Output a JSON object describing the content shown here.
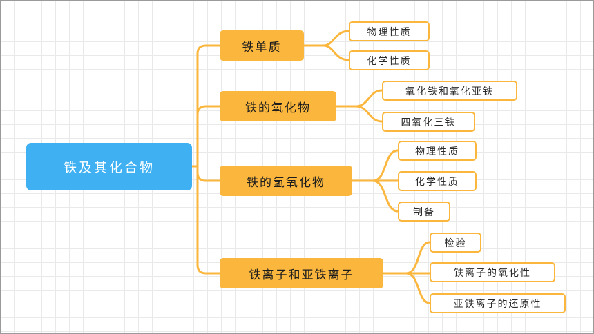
{
  "mindmap": {
    "root": "铁及其化合物",
    "branches": [
      {
        "label": "铁单质",
        "children": [
          "物理性质",
          "化学性质"
        ]
      },
      {
        "label": "铁的氧化物",
        "children": [
          "氧化铁和氧化亚铁",
          "四氧化三铁"
        ]
      },
      {
        "label": "铁的氢氧化物",
        "children": [
          "物理性质",
          "化学性质",
          "制备"
        ]
      },
      {
        "label": "铁离子和亚铁离子",
        "children": [
          "检验",
          "铁离子的氧化性",
          "亚铁离子的还原性"
        ]
      }
    ]
  },
  "colors": {
    "root_fill": "#3fb1f3",
    "branch_fill": "#fbb73d",
    "connector": "#fbb73d"
  }
}
